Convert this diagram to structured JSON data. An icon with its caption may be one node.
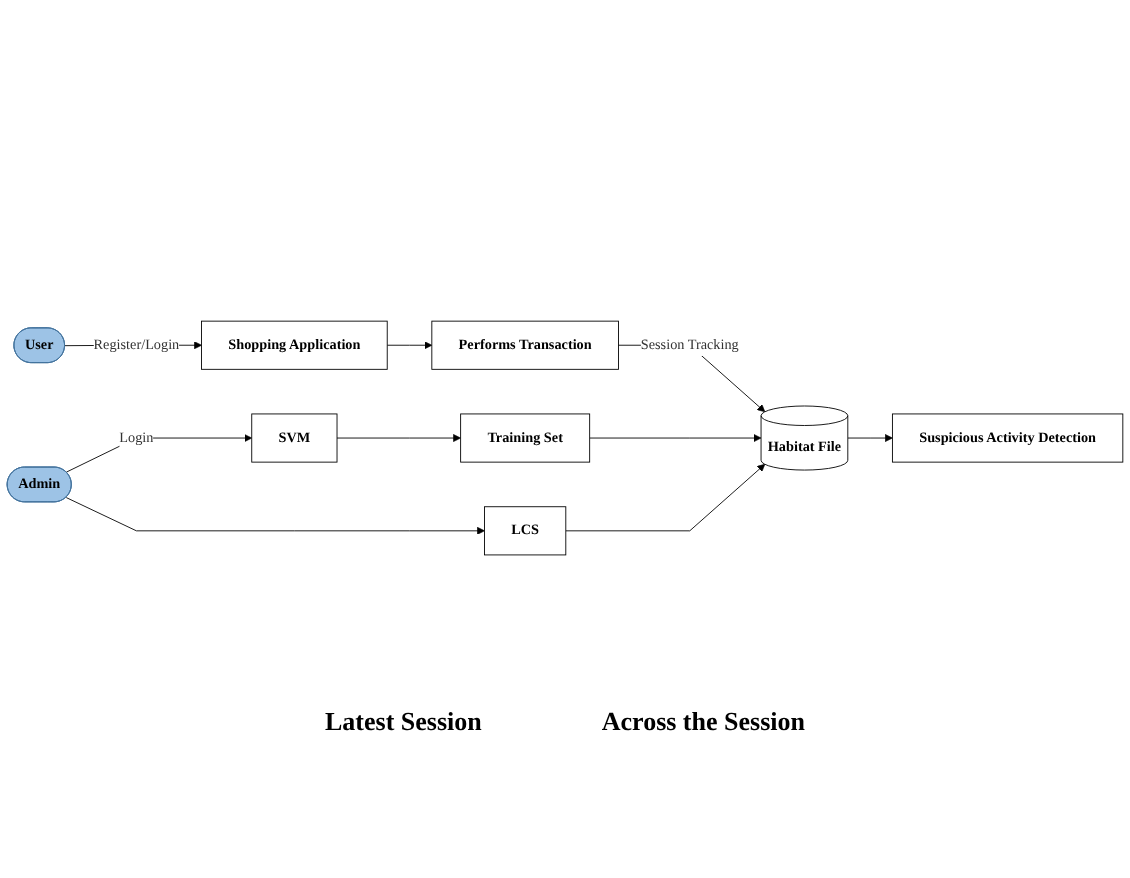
{
  "diagram": {
    "nodes": [
      {
        "text": [
          "User"
        ]
      },
      {
        "text": [
          "Shopping Application"
        ]
      },
      {
        "text": [
          "Performs Transaction"
        ]
      },
      {
        "text": [
          "Habitat File"
        ]
      },
      {
        "text": [
          "Admin"
        ]
      },
      {
        "text": [
          "SVM"
        ]
      },
      {
        "text": [
          "Training Set"
        ]
      },
      {
        "text": [
          "LCS"
        ]
      },
      {
        "text": [
          "Suspicious Activity Detection"
        ]
      }
    ],
    "edges": [
      {
        "from": 0,
        "to": 1,
        "arrow": "to",
        "label": "Register/Login"
      },
      {
        "from": 1,
        "to": 2,
        "arrow": "to"
      },
      {
        "from": 2,
        "to": 3,
        "arrow": "to",
        "label": "Session Tracking"
      },
      {
        "from": 4,
        "to": 5,
        "arrow": "to",
        "label": "Login"
      },
      {
        "from": 4,
        "to": 7,
        "arrow": "to"
      },
      {
        "from": 5,
        "to": 6,
        "arrow": "to"
      },
      {
        "from": 6,
        "to": 3,
        "arrow": "to"
      },
      {
        "from": 7,
        "to": 3,
        "arrow": "to"
      },
      {
        "from": 3,
        "to": 8,
        "arrow": "to"
      }
    ],
    "labels": [
      "Latest Session",
      "Across the Session"
    ]
  }
}
